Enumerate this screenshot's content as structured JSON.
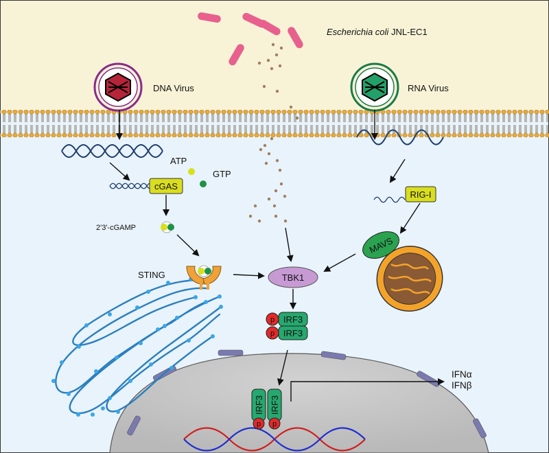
{
  "labels": {
    "ecoli_italic": "Escherichia coli",
    "ecoli_strain": " JNL-EC1",
    "dna_virus": "DNA Virus",
    "rna_virus": "RNA Virus",
    "atp": "ATP",
    "gtp": "GTP",
    "cgas": "cGAS",
    "cgamp": "2'3'-cGAMP",
    "sting": "STING",
    "tbk1": "TBK1",
    "rig_i": "RIG-I",
    "mavs": "MAVS",
    "irf3": "IRF3",
    "p": "p",
    "ifn_alpha": "IFNα",
    "ifn_beta": "IFNβ"
  },
  "colors": {
    "extracellular": "#f8f3d6",
    "cytoplasm": "#e9f3fb",
    "membrane_head": "#e8a93a",
    "bacteria": "#e8608e",
    "particle": "#a08060",
    "dna_strand": "#1f3f6e",
    "cgas_fill": "#d9de1e",
    "atp": "#d6e11a",
    "gtp": "#1e9148",
    "sting": "#f0a238",
    "tbk1": "#c79ad4",
    "irf3": "#26a86e",
    "phospho": "#e02a2a",
    "mavs": "#2aa24f",
    "mito_outer": "#f4a32a",
    "mito_inner": "#8a5a35",
    "er": "#2a7fbf",
    "nucleus": "#c8c8c8",
    "dna_red": "#d01e1e",
    "dna_blue": "#1e2ed0"
  }
}
